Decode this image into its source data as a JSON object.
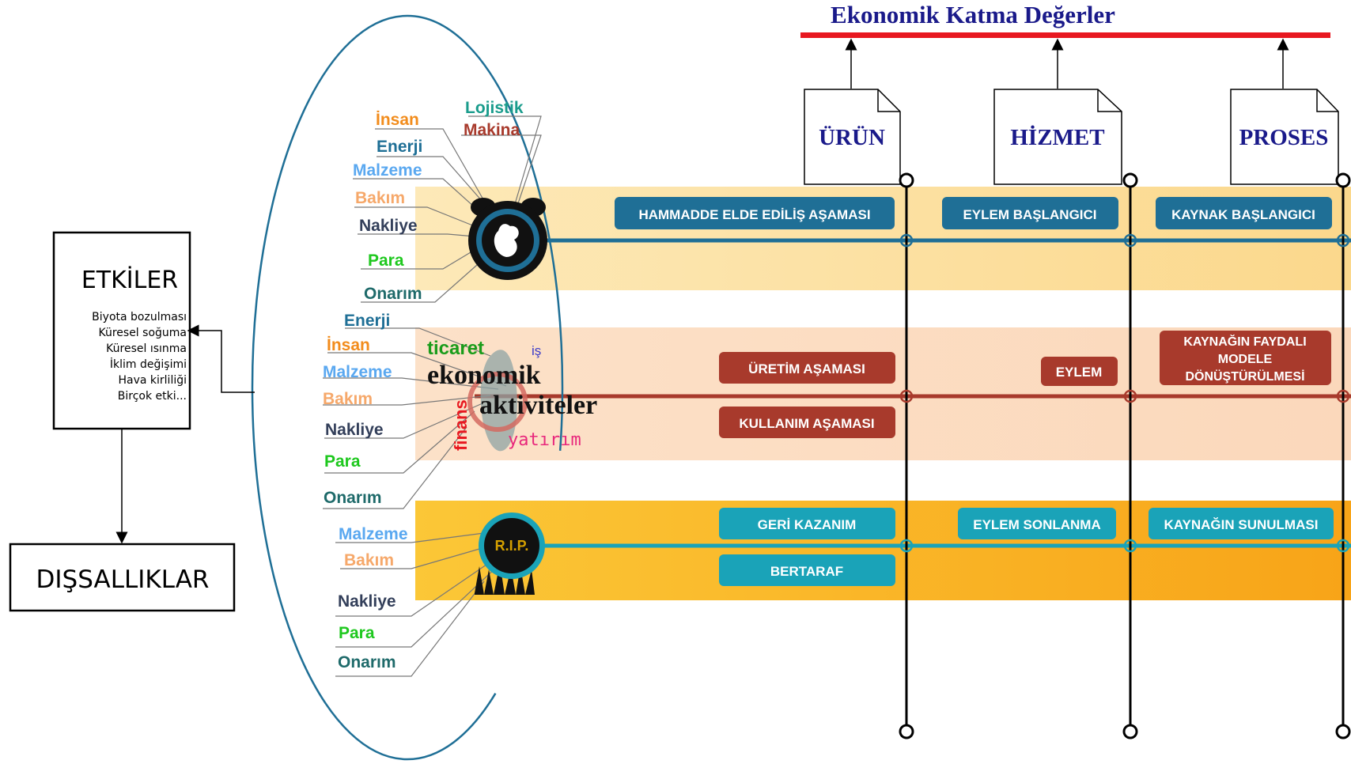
{
  "title": "Ekonomik Katma Değerler",
  "docs": [
    "ÜRÜN",
    "HİZMET",
    "PROSES"
  ],
  "bands": {
    "top": {
      "pills": [
        "HAMMADDE ELDE EDİLİŞ AŞAMASI",
        "EYLEM BAŞLANGICI",
        "KAYNAK BAŞLANGICI"
      ]
    },
    "middle": {
      "pills": [
        "ÜRETİM AŞAMASI",
        "KULLANIM AŞAMASI",
        "EYLEM"
      ],
      "multiline_pill": [
        "KAYNAĞIN FAYDALI",
        "MODELE",
        "DÖNÜŞTÜRÜLMESİ"
      ]
    },
    "bottom": {
      "pills": [
        "GERİ KAZANIM",
        "BERTARAF",
        "EYLEM SONLANMA",
        "KAYNAĞIN SUNULMASI"
      ]
    }
  },
  "inputs": {
    "top": [
      "İnsan",
      "Lojistik",
      "Makina",
      "Enerji",
      "Malzeme",
      "Bakım",
      "Nakliye",
      "Para",
      "Onarım"
    ],
    "middle": [
      "Enerji",
      "İnsan",
      "Malzeme",
      "Bakım",
      "Nakliye",
      "Para",
      "Onarım"
    ],
    "bottom": [
      "Malzeme",
      "Bakım",
      "Nakliye",
      "Para",
      "Onarım"
    ]
  },
  "center_words": {
    "ticaret": "ticaret",
    "is": "iş",
    "ekonomik": "ekonomik",
    "aktiviteler": "aktiviteler",
    "finans": "finans",
    "yatirim": "yatırım"
  },
  "rip_text": "R.I.P.",
  "etkiler": {
    "title": "ETKİLER",
    "items": [
      "Biyota bozulması",
      "Küresel soğuma",
      "Küresel ısınma",
      "İklim değişimi",
      "Hava kirliliği",
      "Birçok etki..."
    ]
  },
  "externalities": "DIŞSALLIKLAR",
  "colors": {
    "title": "#1a1a8a",
    "red_line": "#e81820",
    "pill_blue": "#1f6f96",
    "pill_red": "#a83a2c",
    "pill_teal": "#1aa3b8",
    "band_top": "#fde4a8",
    "band_mid": "#fbd9bf",
    "band_bot": "#fbbf36",
    "insan": "#f28c1c",
    "lojistik": "#1a9c8c",
    "makina": "#a83a2c",
    "enerji": "#1f6f96",
    "malzeme": "#5aa8f0",
    "bakim": "#f6a86a",
    "nakliye": "#333f5a",
    "para": "#1ec81e",
    "onarim": "#1e6a6a"
  }
}
